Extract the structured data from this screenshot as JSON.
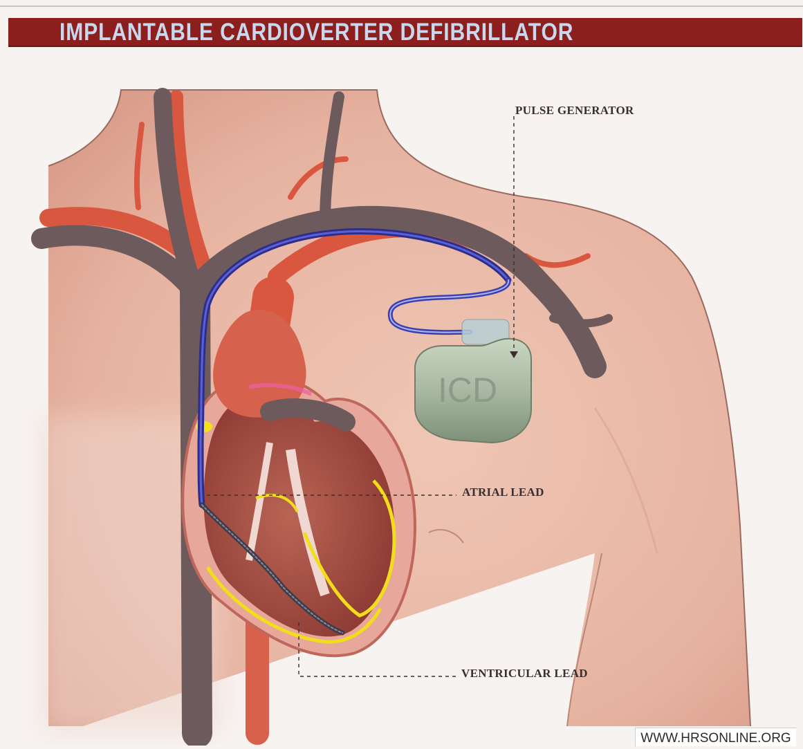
{
  "banner": {
    "title": "IMPLANTABLE CARDIOVERTER DEFIBRILLATOR"
  },
  "device": {
    "label": "ICD"
  },
  "callouts": {
    "pulse_generator": "PULSE GENERATOR",
    "atrial_lead": "ATRIAL LEAD",
    "ventricular_lead": "VENTRICULAR LEAD"
  },
  "footer": {
    "website": "WWW.HRSONLINE.ORG"
  },
  "colors": {
    "banner": "#8c1f1d",
    "banner_text": "#c9d8ec",
    "skin": "#e9b9a8",
    "artery": "#d9573f",
    "vein": "#6d5a5c",
    "lead": "#3b3fb0",
    "conduction": "#f2dd1a",
    "device": "#a7b79f"
  }
}
